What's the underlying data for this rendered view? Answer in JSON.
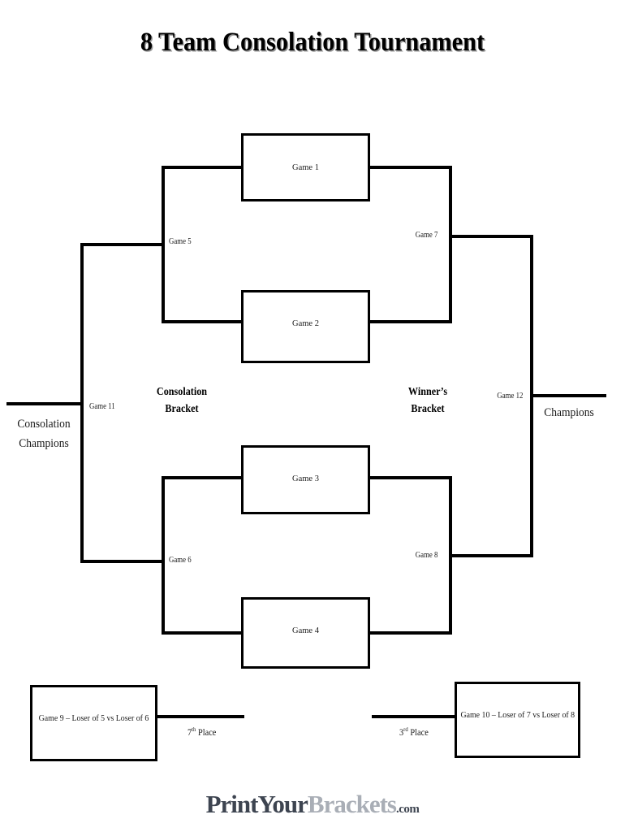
{
  "page": {
    "title": "8 Team Consolation Tournament"
  },
  "headings": {
    "consolation": [
      "Consolation",
      "Bracket"
    ],
    "winners": [
      "Winner’s",
      "Bracket"
    ]
  },
  "winners_bracket": {
    "round1": [
      {
        "id": "game-1",
        "label": "Game 1"
      },
      {
        "id": "game-2",
        "label": "Game 2"
      },
      {
        "id": "game-3",
        "label": "Game 3"
      },
      {
        "id": "game-4",
        "label": "Game 4"
      }
    ],
    "semifinals": [
      {
        "id": "game-7",
        "label": "Game 7"
      },
      {
        "id": "game-8",
        "label": "Game 8"
      }
    ],
    "final": {
      "id": "game-12",
      "label": "Game 12"
    },
    "winner_label": "Champions"
  },
  "consolation_bracket": {
    "round1": [
      {
        "id": "game-5",
        "label": "Game 5"
      },
      {
        "id": "game-6",
        "label": "Game 6"
      }
    ],
    "final": {
      "id": "game-11",
      "label": "Game 11"
    },
    "winner_label": [
      "Consolation",
      "Champions"
    ]
  },
  "placement_games": [
    {
      "id": "game-9",
      "label": "Game 9 – Loser of 5 vs Loser of 6",
      "place_number": "7",
      "place_suffix": "th",
      "place_word": "Place"
    },
    {
      "id": "game-10",
      "label": "Game 10 – Loser of 7 vs Loser of 8",
      "place_number": "3",
      "place_suffix": "rd",
      "place_word": "Place"
    }
  ],
  "footer": {
    "logo_part1": "PrintYour",
    "logo_part2": "Brackets",
    "logo_part3": ".com"
  },
  "colors": {
    "ink": "#000000",
    "logo_dark": "#3d4450",
    "logo_light": "#a9aeb6",
    "paper": "#ffffff"
  }
}
